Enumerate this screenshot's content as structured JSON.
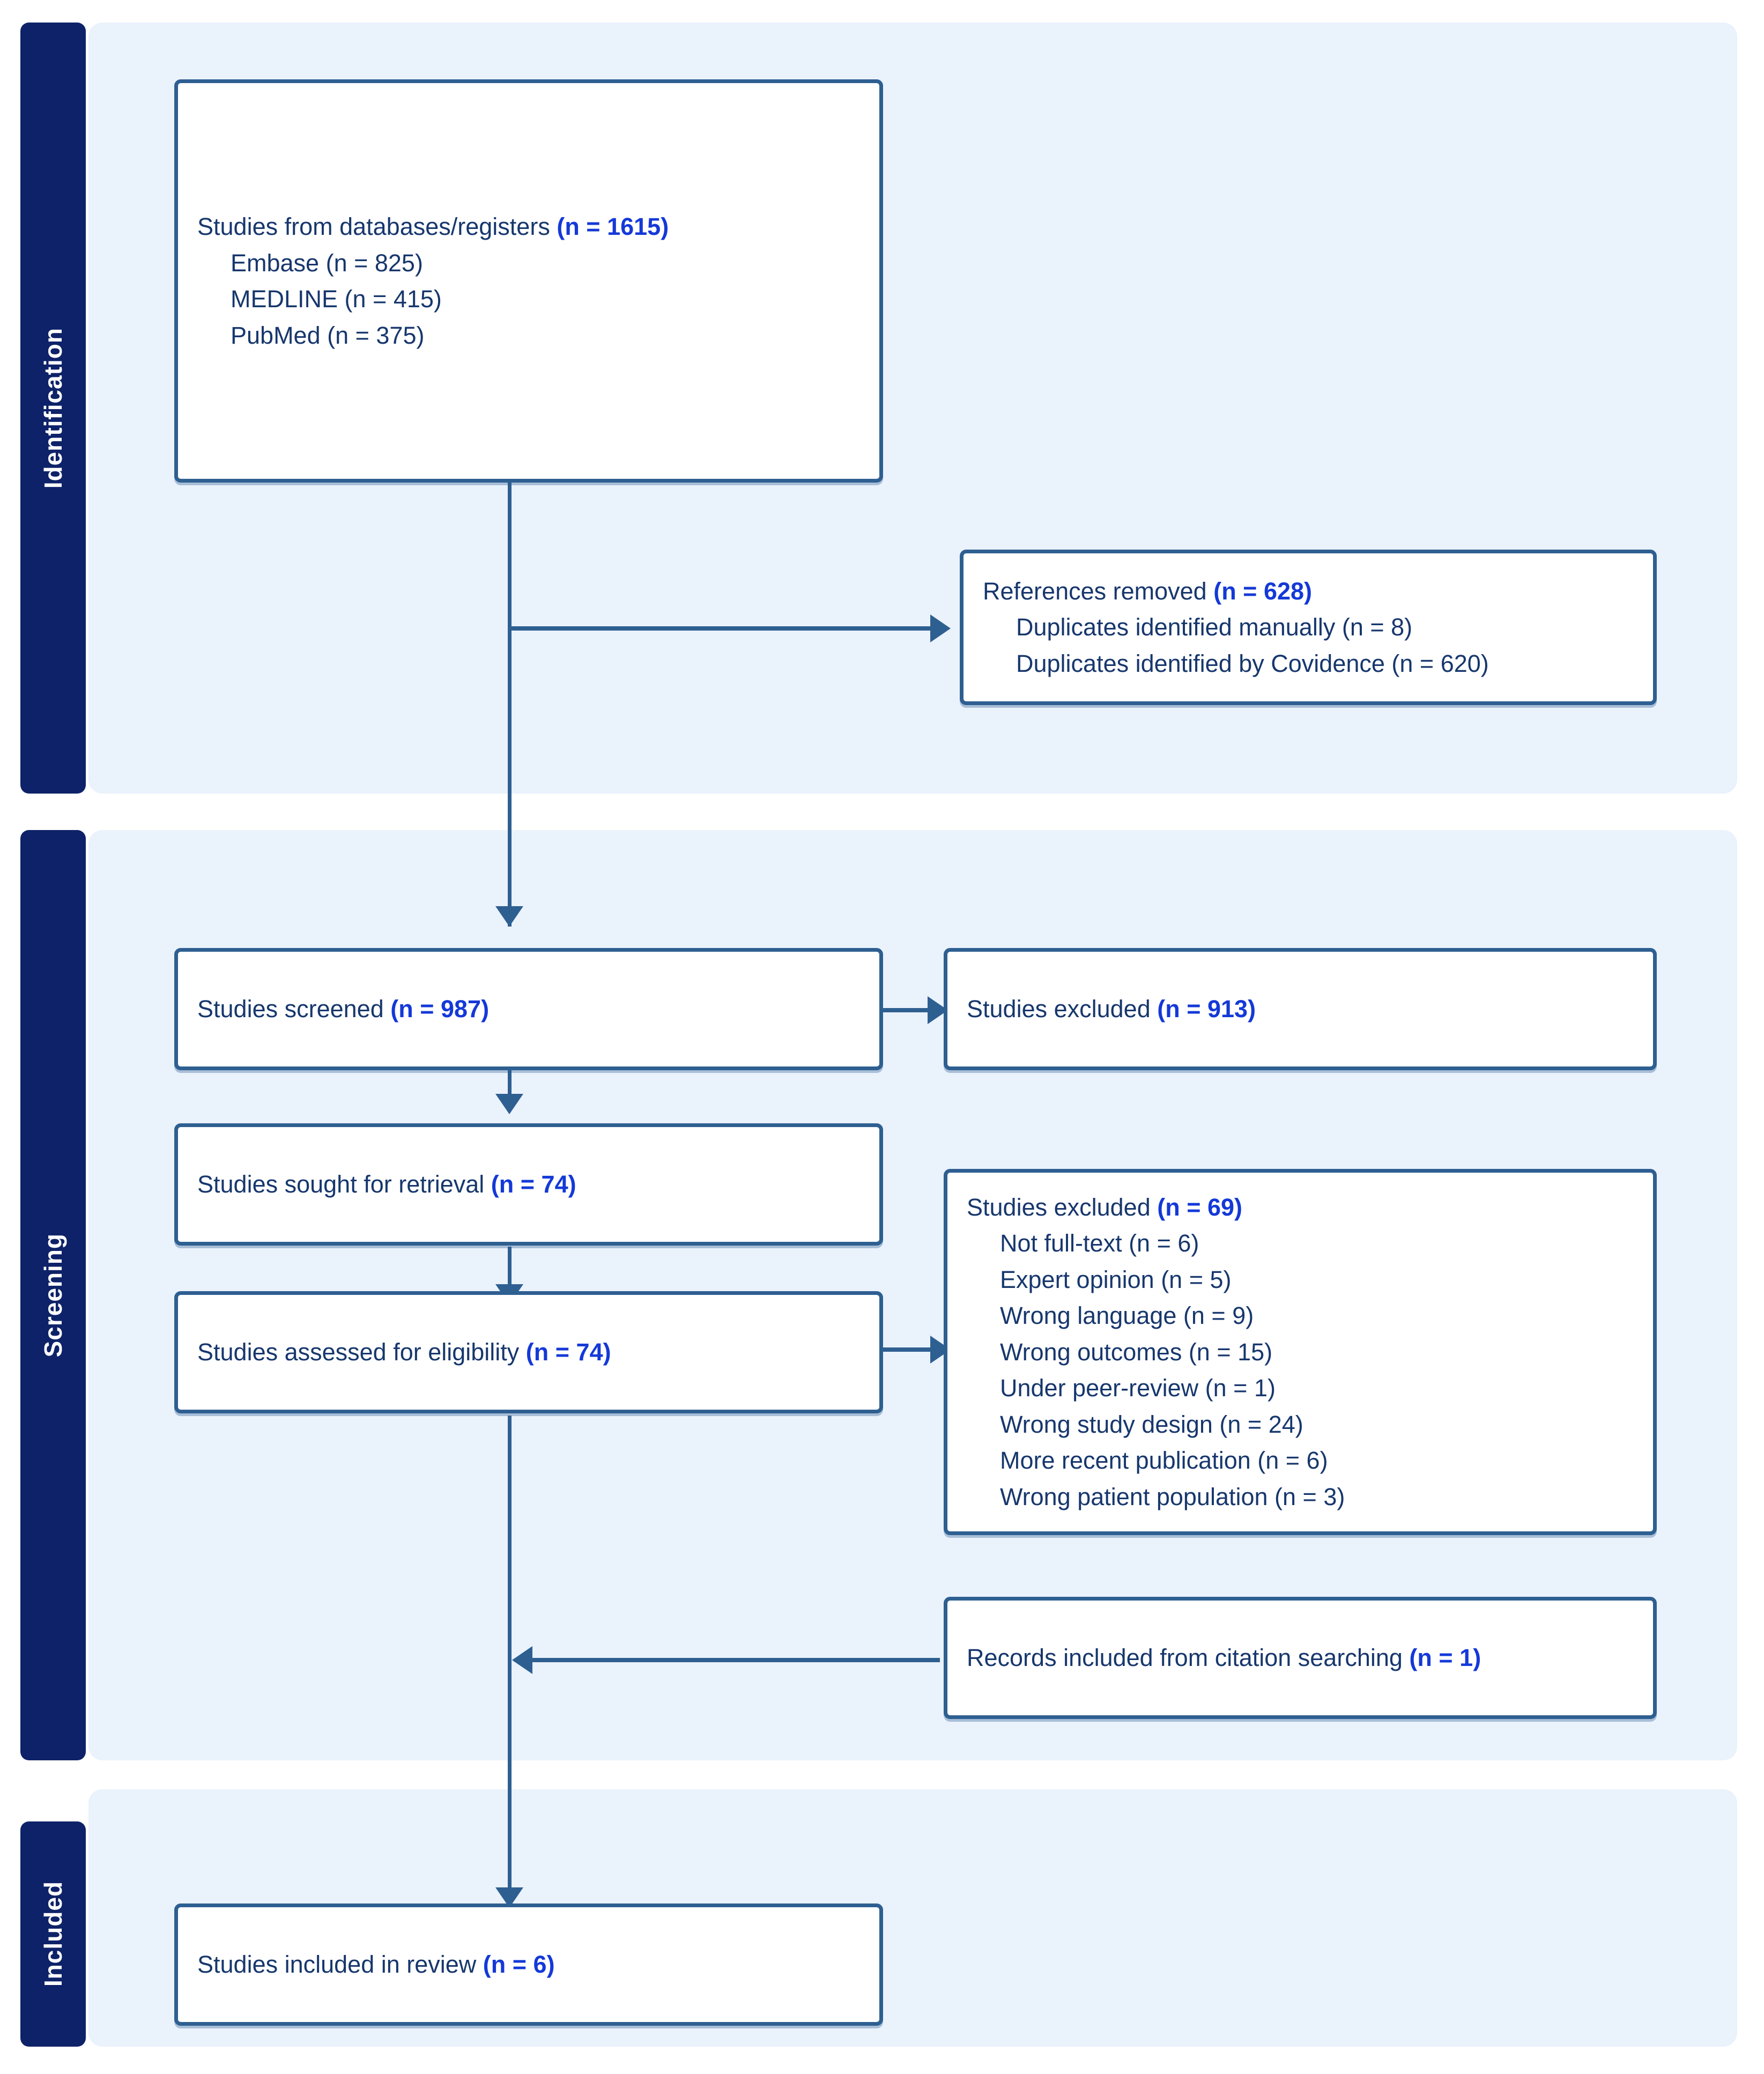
{
  "diagram": {
    "type": "prisma-flow-diagram",
    "accent_color": "#1439d8",
    "box_border_color": "#2e5f91",
    "stage_bar_color": "#0d2268",
    "panel_background": "#eaf2fc",
    "text_color": "#17376d"
  },
  "stages": {
    "identification": "Identification",
    "screening": "Screening",
    "included": "Included"
  },
  "boxes": {
    "databases": {
      "head_label": "Studies from databases/registers ",
      "head_value": "(n = 1615)",
      "sources": [
        "Embase (n = 825)",
        "MEDLINE (n = 415)",
        "PubMed (n = 375)"
      ]
    },
    "references_removed": {
      "head_label": "References removed ",
      "head_value": "(n = 628)",
      "reasons": [
        "Duplicates identified manually (n = 8)",
        "Duplicates identified by Covidence (n = 620)"
      ]
    },
    "screened": {
      "head_label": "Studies screened ",
      "head_value": "(n = 987)"
    },
    "excluded_screening": {
      "head_label": "Studies excluded ",
      "head_value": "(n = 913)"
    },
    "sought_retrieval": {
      "head_label": "Studies sought for retrieval ",
      "head_value": "(n = 74)"
    },
    "assessed_eligibility": {
      "head_label": "Studies assessed for eligibility ",
      "head_value": "(n = 74)"
    },
    "excluded_eligibility": {
      "head_label": "Studies excluded ",
      "head_value": "(n = 69)",
      "reasons": [
        "Not full-text (n = 6)",
        "Expert opinion (n = 5)",
        "Wrong language (n = 9)",
        "Wrong outcomes (n = 15)",
        "Under peer-review (n = 1)",
        "Wrong study design (n = 24)",
        "More recent publication (n = 6)",
        "Wrong patient population (n = 3)"
      ]
    },
    "citation_searching": {
      "head_label": "Records included from citation searching ",
      "head_value": "(n = 1)"
    },
    "included_review": {
      "head_label": "Studies included in review ",
      "head_value": "(n = 6)"
    }
  }
}
